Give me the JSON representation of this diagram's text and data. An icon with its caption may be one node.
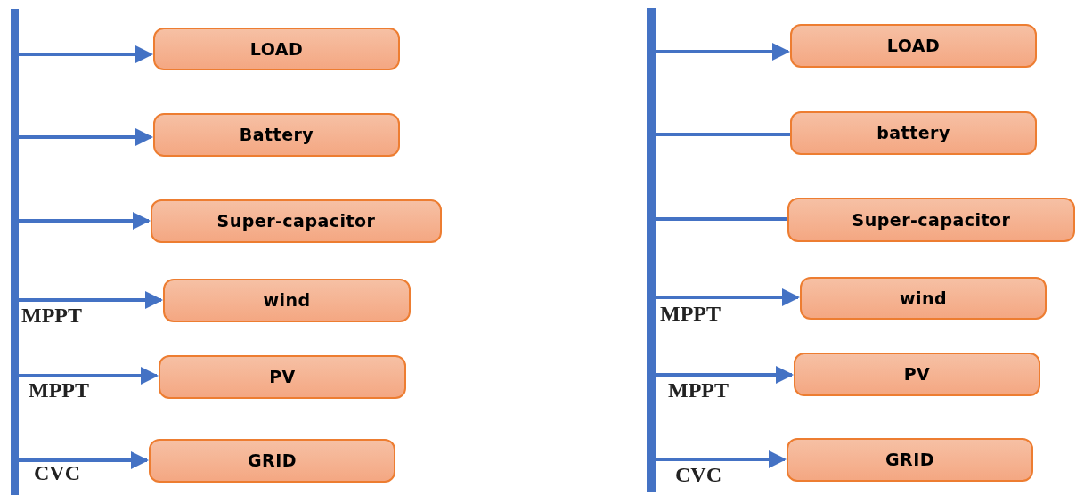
{
  "diagram": {
    "nodes": [
      {
        "text": [],
        "shape": "bar"
      },
      {
        "text": [
          "LOAD"
        ]
      },
      {
        "text": [
          "Battery"
        ]
      },
      {
        "text": [
          "Super-capacitor"
        ]
      },
      {
        "text": [
          "wind"
        ]
      },
      {
        "text": [
          "PV"
        ]
      },
      {
        "text": [
          "GRID"
        ]
      },
      {
        "text": [],
        "shape": "bar"
      },
      {
        "text": [
          "LOAD"
        ]
      },
      {
        "text": [
          "battery"
        ]
      },
      {
        "text": [
          "Super-capacitor"
        ]
      },
      {
        "text": [
          "wind"
        ]
      },
      {
        "text": [
          "PV"
        ]
      },
      {
        "text": [
          "GRID"
        ]
      }
    ],
    "edges": [
      {
        "from": 0,
        "to": 1,
        "arrow": "to"
      },
      {
        "from": 0,
        "to": 2,
        "arrow": "to"
      },
      {
        "from": 0,
        "to": 3,
        "arrow": "to"
      },
      {
        "from": 0,
        "to": 4,
        "arrow": "to",
        "label": "MPPT"
      },
      {
        "from": 0,
        "to": 5,
        "arrow": "to",
        "label": "MPPT"
      },
      {
        "from": 0,
        "to": 6,
        "arrow": "to",
        "label": "CVC"
      },
      {
        "from": 7,
        "to": 8,
        "arrow": "to"
      },
      {
        "from": 7,
        "to": 9,
        "arrow": "none"
      },
      {
        "from": 7,
        "to": 10,
        "arrow": "none"
      },
      {
        "from": 7,
        "to": 11,
        "arrow": "to",
        "label": "MPPT"
      },
      {
        "from": 7,
        "to": 12,
        "arrow": "to",
        "label": "MPPT"
      },
      {
        "from": 7,
        "to": 13,
        "arrow": "to",
        "label": "CVC"
      }
    ]
  }
}
